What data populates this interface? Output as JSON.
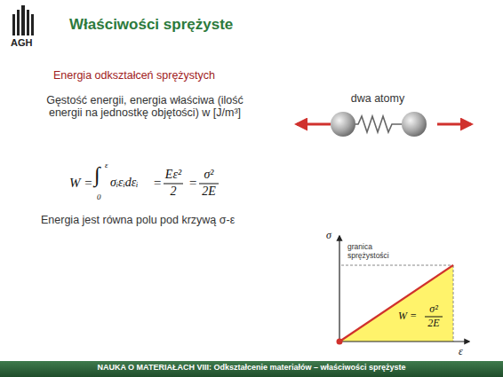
{
  "diagram": {
    "title": "Właściwości sprężyste",
    "labels": [
      "AGH",
      "Energia odkształceń sprężystych",
      "Gęstość energii, energia właściwa (ilość energii na jednostkę objętości) w [J/m³]",
      "W =",
      "∫",
      "ε",
      "0",
      "σᵢεᵢdεᵢ",
      "=",
      "Eε²",
      "2",
      "=",
      "σ²",
      "2E",
      "Energia jest równa polu pod krzywą σ-ε",
      "dwa atomy",
      "σ",
      "granica sprężystości",
      "W =",
      "σ²",
      "2E",
      "ε",
      "NAUKA O MATERIAŁACH VIII: Odkształcenie materiałów – właściwości sprężyste"
    ]
  }
}
